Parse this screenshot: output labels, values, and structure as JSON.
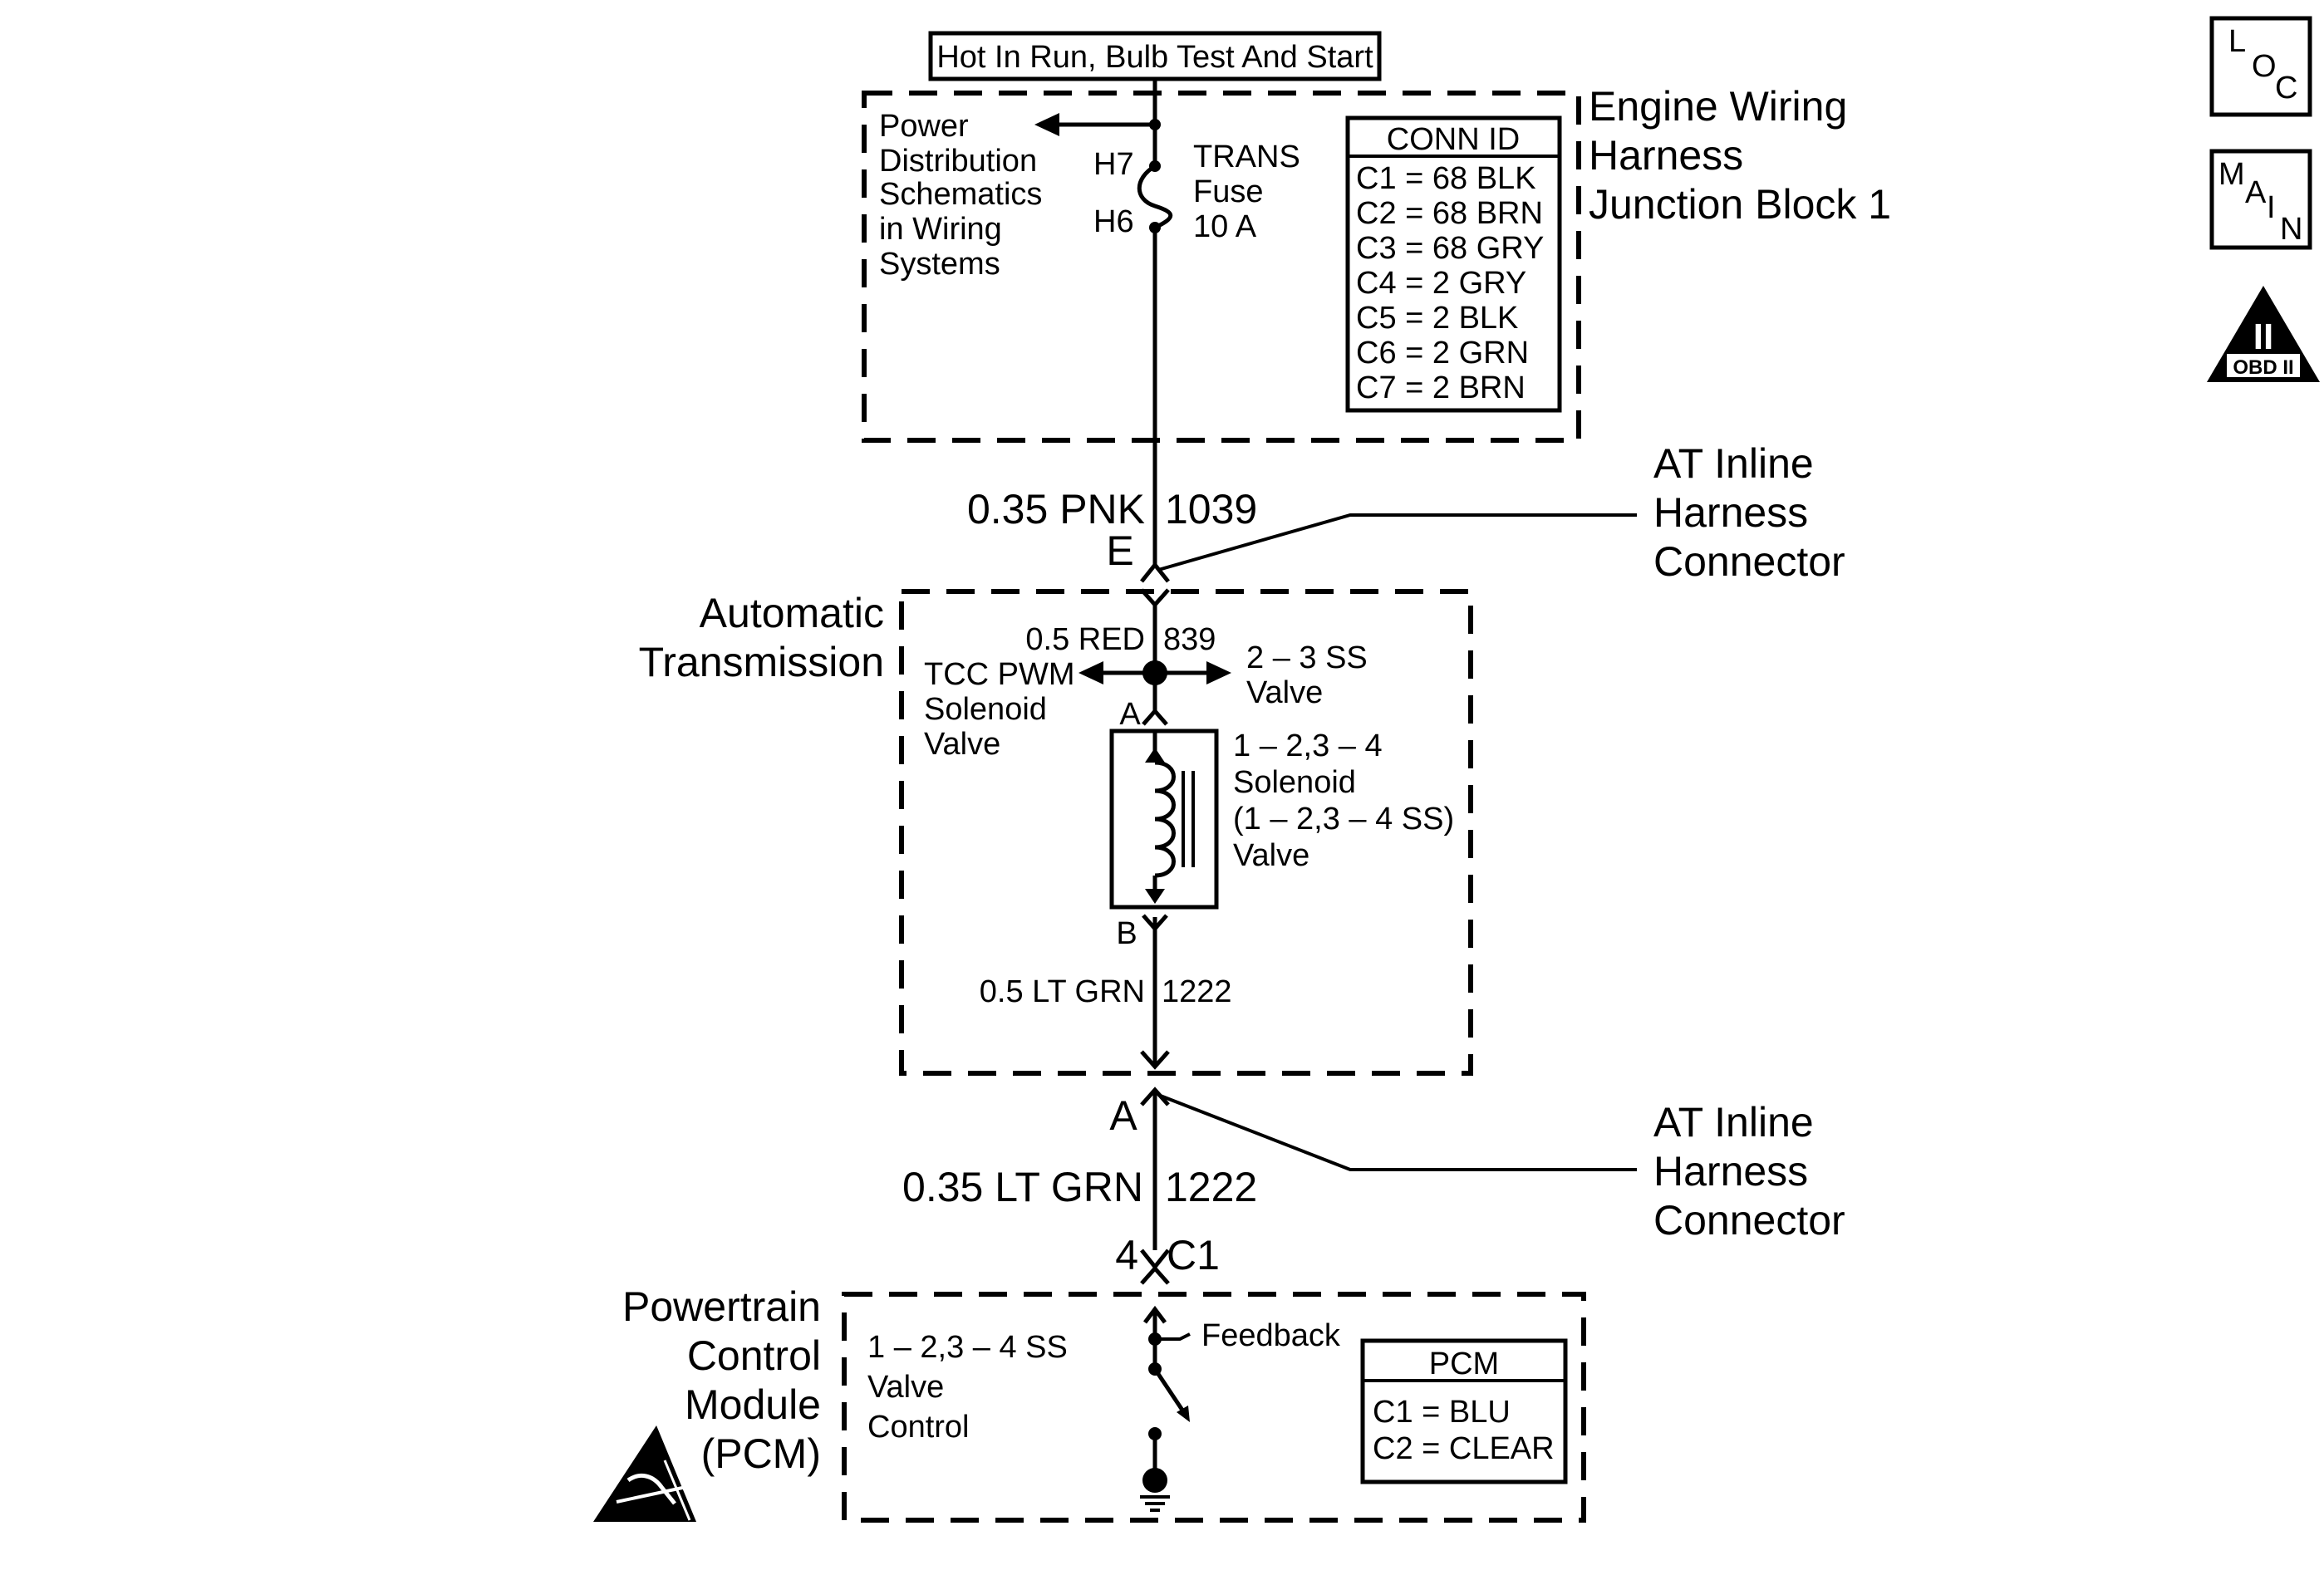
{
  "power_label": "Hot In Run, Bulb Test And Start",
  "junction_block": {
    "title_lines": [
      "Engine Wiring",
      "Harness",
      "Junction Block 1"
    ],
    "power_dist_lines": [
      "Power",
      "Distribution",
      "Schematics",
      "in Wiring",
      "Systems"
    ],
    "pin_top": "H7",
    "pin_bottom": "H6",
    "fuse_lines": [
      "TRANS",
      "Fuse",
      "10 A"
    ],
    "conn_table": {
      "header": "CONN ID",
      "rows": [
        "C1 = 68 BLK",
        "C2 = 68 BRN",
        "C3 = 68 GRY",
        "C4 = 2 GRY",
        "C5 = 2 BLK",
        "C6 = 2 GRN",
        "C7 = 2 BRN"
      ]
    }
  },
  "wire_top": {
    "gauge": "0.35 PNK",
    "circuit": "1039"
  },
  "connector_top": {
    "pin": "E",
    "label_lines": [
      "AT Inline",
      "Harness",
      "Connector"
    ]
  },
  "transmission": {
    "title_lines": [
      "Automatic",
      "Transmission"
    ],
    "wire_in": {
      "gauge": "0.5 RED",
      "circuit": "839"
    },
    "tcc_lines": [
      "TCC PWM",
      "Solenoid",
      "Valve"
    ],
    "ss23_lines": [
      "2 – 3 SS",
      "Valve"
    ],
    "pin_a": "A",
    "pin_b": "B",
    "solenoid_lines": [
      "1 – 2,3 – 4",
      "Solenoid",
      "(1 – 2,3 – 4 SS)",
      "Valve"
    ],
    "wire_out": {
      "gauge": "0.5 LT GRN",
      "circuit": "1222"
    }
  },
  "connector_bottom": {
    "pin": "A",
    "label_lines": [
      "AT Inline",
      "Harness",
      "Connector"
    ]
  },
  "wire_bottom": {
    "gauge": "0.35 LT GRN",
    "circuit": "1222"
  },
  "pcm_pin": {
    "pin": "4",
    "connector": "C1"
  },
  "pcm": {
    "title_lines": [
      "Powertrain",
      "Control",
      "Module",
      "(PCM)"
    ],
    "control_lines": [
      "1 – 2,3 – 4 SS",
      "Valve",
      "Control"
    ],
    "feedback": "Feedback",
    "table": {
      "header": "PCM",
      "rows": [
        "C1 = BLU",
        "C2 = CLEAR"
      ]
    }
  },
  "badges": {
    "loc": {
      "letters": [
        "L",
        "O",
        "C"
      ]
    },
    "main": {
      "letters": [
        "M",
        "A",
        "I",
        "N"
      ]
    },
    "obd": {
      "numeral": "II",
      "label": "OBD II"
    }
  },
  "icons": [
    "esd-warning-icon",
    "ground-icon",
    "fuse-icon",
    "solenoid-coil-icon",
    "switch-icon"
  ]
}
